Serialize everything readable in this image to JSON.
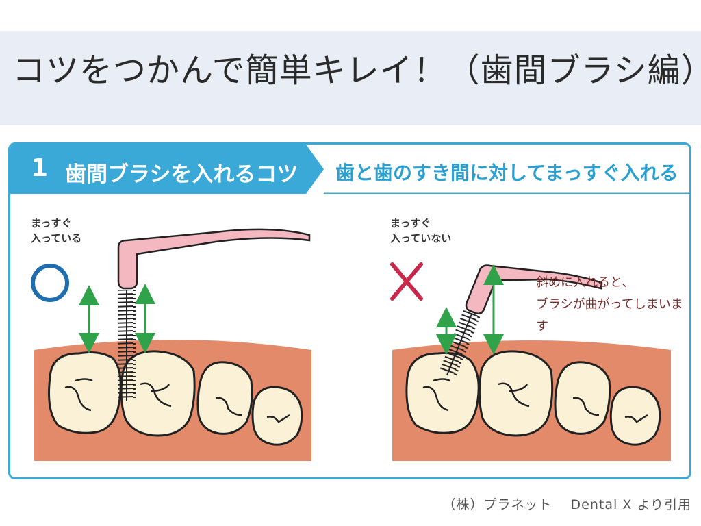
{
  "page": {
    "title": "コツをつかんで簡単キレイ！（歯間ブラシ編）"
  },
  "panel": {
    "step_number": "1",
    "step_title": "歯間ブラシを入れるコツ",
    "tip": "歯と歯のすき間に対してまっすぐ入れる"
  },
  "examples": [
    {
      "caption": "まっすぐ\n入っている",
      "mark": "○",
      "verdict_color": "#1f6fb0"
    },
    {
      "caption": "まっすぐ\n入っていない",
      "mark": "×",
      "verdict_color": "#c8284a",
      "note": "斜めに入れると、\nブラシが曲がってしまいます"
    }
  ],
  "colors": {
    "accent": "#3aa9d8",
    "gum": "#e38a6b",
    "tooth": "#fbf1d6",
    "handle": "#f4b8c0",
    "arrow": "#2fa24a"
  },
  "credit": "（株）プラネット　 Dental X より引用"
}
